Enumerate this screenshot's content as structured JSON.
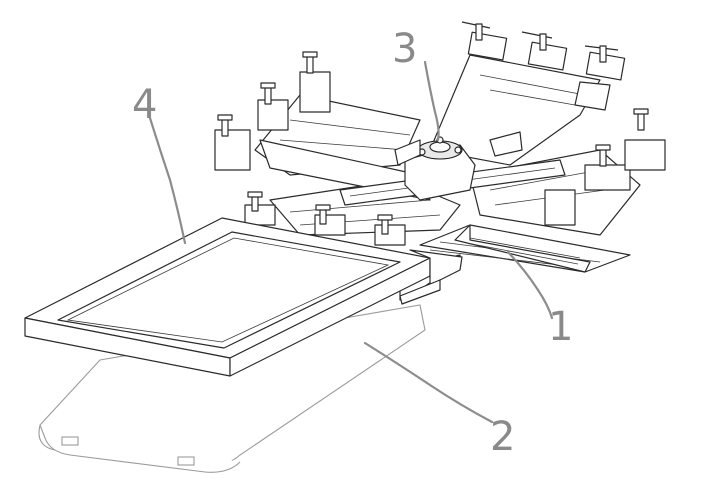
{
  "callouts": [
    {
      "id": "callout-1",
      "label": "1"
    },
    {
      "id": "callout-2",
      "label": "2"
    },
    {
      "id": "callout-3",
      "label": "3"
    },
    {
      "id": "callout-4",
      "label": "4"
    }
  ],
  "colors": {
    "line_art": "#2b2b2b",
    "callout_text": "#8a8a8a",
    "leader_line": "#8c8c8c",
    "background": "#ffffff"
  }
}
